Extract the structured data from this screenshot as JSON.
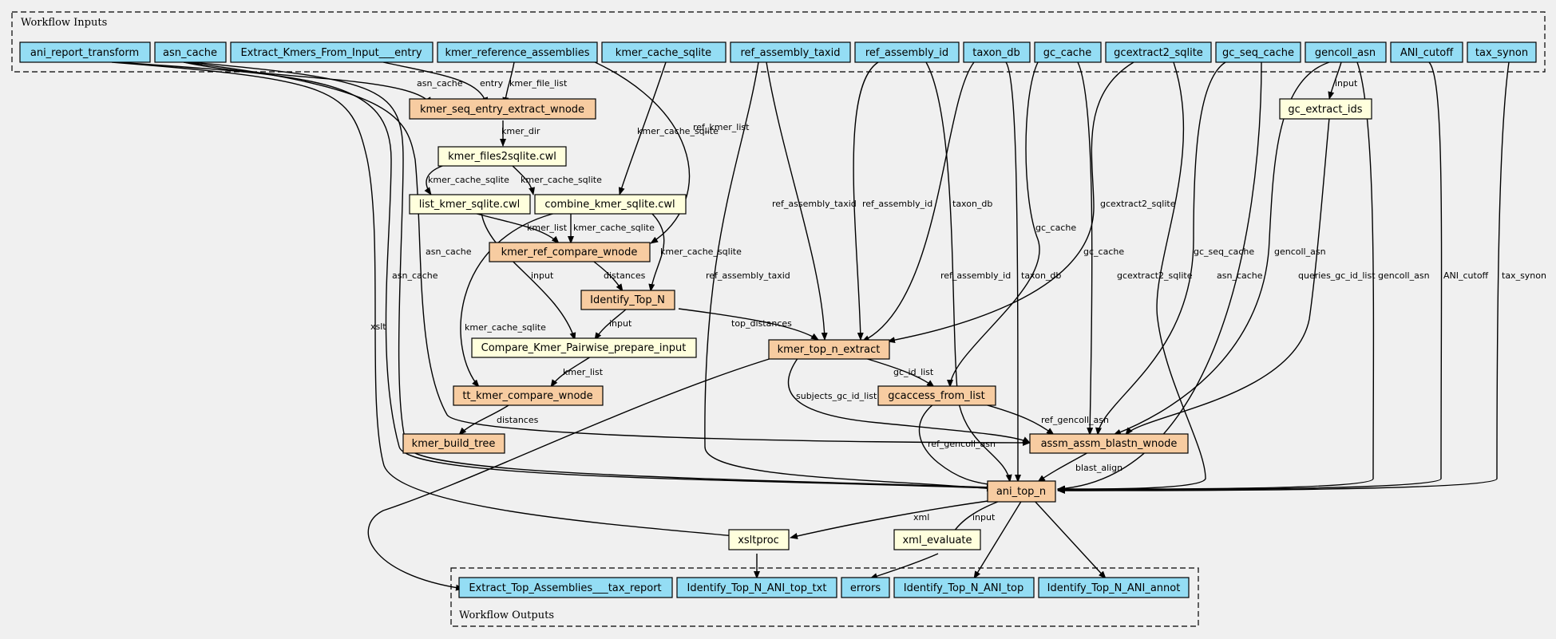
{
  "colors": {
    "input": "#94ddf4",
    "step_wnode": "#f7cca1",
    "step_cwl": "#ffffdd",
    "output": "#94ddf4",
    "background": "#f0f0f0"
  },
  "clusters": {
    "inputs_label": "Workflow Inputs",
    "outputs_label": "Workflow Outputs"
  },
  "nodes": {
    "in_ani_report_transform": "ani_report_transform",
    "in_asn_cache": "asn_cache",
    "in_extract_kmers": "Extract_Kmers_From_Input___entry",
    "in_kmer_reference_assemblies": "kmer_reference_assemblies",
    "in_kmer_cache_sqlite": "kmer_cache_sqlite",
    "in_ref_assembly_taxid": "ref_assembly_taxid",
    "in_ref_assembly_id": "ref_assembly_id",
    "in_taxon_db": "taxon_db",
    "in_gc_cache": "gc_cache",
    "in_gcextract2_sqlite": "gcextract2_sqlite",
    "in_gc_seq_cache": "gc_seq_cache",
    "in_gencoll_asn": "gencoll_asn",
    "in_ani_cutoff": "ANI_cutoff",
    "in_tax_synon": "tax_synon",
    "kmer_seq_entry_extract_wnode": "kmer_seq_entry_extract_wnode",
    "kmer_files2sqlite": "kmer_files2sqlite.cwl",
    "list_kmer_sqlite": "list_kmer_sqlite.cwl",
    "combine_kmer_sqlite": "combine_kmer_sqlite.cwl",
    "kmer_ref_compare_wnode": "kmer_ref_compare_wnode",
    "identify_top_n": "Identify_Top_N",
    "compare_kmer_pairwise": "Compare_Kmer_Pairwise_prepare_input",
    "tt_kmer_compare_wnode": "tt_kmer_compare_wnode",
    "kmer_build_tree": "kmer_build_tree",
    "kmer_top_n_extract": "kmer_top_n_extract",
    "gcaccess_from_list": "gcaccess_from_list",
    "gc_extract_ids": "gc_extract_ids",
    "assm_assm_blastn_wnode": "assm_assm_blastn_wnode",
    "ani_top_n": "ani_top_n",
    "xsltproc": "xsltproc",
    "xml_evaluate": "xml_evaluate",
    "out_extract_top": "Extract_Top_Assemblies___tax_report",
    "out_ani_top_txt": "Identify_Top_N_ANI_top_txt",
    "out_errors": "errors",
    "out_ani_top": "Identify_Top_N_ANI_top",
    "out_ani_annot": "Identify_Top_N_ANI_annot"
  },
  "edge_labels": {
    "asn_cache_1": "asn_cache",
    "entry": "entry",
    "kmer_file_list": "kmer_file_list",
    "kmer_dir": "kmer_dir",
    "kmer_cache_sqlite_a": "kmer_cache_sqlite",
    "kmer_cache_sqlite_b": "kmer_cache_sqlite",
    "kmer_cache_sqlite_c": "kmer_cache_sqlite",
    "kmer_cache_sqlite_d": "kmer_cache_sqlite",
    "kmer_cache_sqlite_e": "kmer_cache_sqlite",
    "kmer_cache_sqlite_f": "kmer_cache_sqlite",
    "ref_kmer_list": "ref_kmer_list",
    "kmer_list_a": "kmer_list",
    "kmer_list_b": "kmer_list",
    "asn_cache_2": "asn_cache",
    "asn_cache_3": "asn_cache",
    "asn_cache_4": "asn_cache",
    "xslt": "xslt",
    "input_a": "input",
    "input_b": "input",
    "input_c": "input",
    "input_d": "input",
    "distances_a": "distances",
    "distances_b": "distances",
    "top_distances": "top_distances",
    "ref_assembly_taxid_a": "ref_assembly_taxid",
    "ref_assembly_taxid_b": "ref_assembly_taxid",
    "ref_assembly_id_a": "ref_assembly_id",
    "ref_assembly_id_b": "ref_assembly_id",
    "taxon_db_a": "taxon_db",
    "taxon_db_b": "taxon_db",
    "gc_cache_a": "gc_cache",
    "gc_cache_b": "gc_cache",
    "gcextract2_sqlite_a": "gcextract2_sqlite",
    "gcextract2_sqlite_b": "gcextract2_sqlite",
    "gc_seq_cache": "gc_seq_cache",
    "gencoll_asn_a": "gencoll_asn",
    "gencoll_asn_b": "gencoll_asn",
    "queries_gc_id_list": "queries_gc_id_list",
    "ani_cutoff": "ANI_cutoff",
    "tax_synon": "tax_synon",
    "gc_id_list": "gc_id_list",
    "subjects_gc_id_list": "subjects_gc_id_list",
    "ref_gencoll_asn_a": "ref_gencoll_asn",
    "ref_gencoll_asn_b": "ref_gencoll_asn",
    "blast_align": "blast_align",
    "xml": "xml"
  }
}
